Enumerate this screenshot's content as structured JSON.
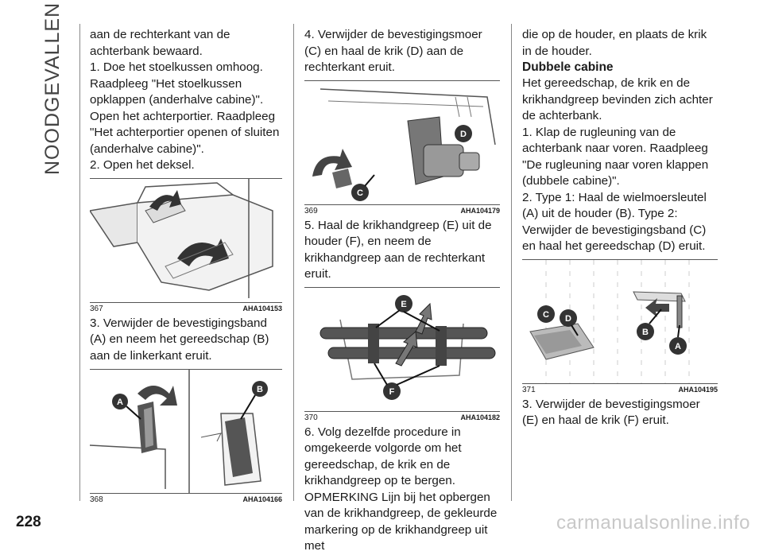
{
  "side_title": "NOODGEVALLEN",
  "col1": {
    "p1": "aan de rechterkant van de achterbank bewaard.",
    "p2": "1. Doe het stoelkussen omhoog. Raadpleeg \"Het stoelkussen opklappen (anderhalve cabine)\".",
    "p3": "Open het achterportier. Raadpleeg \"Het achterportier openen of sluiten (anderhalve cabine)\".",
    "p4": "2. Open het deksel.",
    "fig1": {
      "num": "367",
      "code": "AHA104153"
    },
    "p5": "3. Verwijder de bevestigingsband (A) en neem het gereedschap (B) aan de linkerkant eruit.",
    "fig2": {
      "num": "368",
      "code": "AHA104166",
      "label_a": "A",
      "label_b": "B"
    }
  },
  "col2": {
    "p1": "4. Verwijder de bevestigingsmoer (C) en haal de krik (D) aan de rechterkant eruit.",
    "fig3": {
      "num": "369",
      "code": "AHA104179",
      "label_c": "C",
      "label_d": "D"
    },
    "p2": "5. Haal de krikhandgreep (E) uit de houder (F), en neem de krikhandgreep aan de rechterkant eruit.",
    "fig4": {
      "num": "370",
      "code": "AHA104182",
      "label_e": "E",
      "label_f": "F"
    },
    "p3": "6. Volg dezelfde procedure in omgekeerde volgorde om het gereedschap, de krik en de krikhandgreep op te bergen.",
    "p4": "OPMERKING Lijn bij het opbergen van de krikhandgreep, de gekleurde markering op de krikhandgreep uit met"
  },
  "col3": {
    "p1": "die op de houder, en plaats de krik in de houder.",
    "heading": "Dubbele cabine",
    "p2": "Het gereedschap, de krik en de krikhandgreep bevinden zich achter de achterbank.",
    "p3": "1. Klap de rugleuning van de achterbank naar voren. Raadpleeg \"De rugleuning naar voren klappen (dubbele cabine)\".",
    "p4": "2. Type 1: Haal de wielmoersleutel (A) uit de houder (B). Type 2: Verwijder de bevestigingsband (C) en haal het gereedschap (D) eruit.",
    "fig5": {
      "num": "371",
      "code": "AHA104195",
      "label_a": "A",
      "label_b": "B",
      "label_c": "C",
      "label_d": "D"
    },
    "p5": "3. Verwijder de bevestigingsmoer (E) en haal de krik (F) eruit."
  },
  "page_number": "228",
  "watermark": "carmanualsonline.info"
}
